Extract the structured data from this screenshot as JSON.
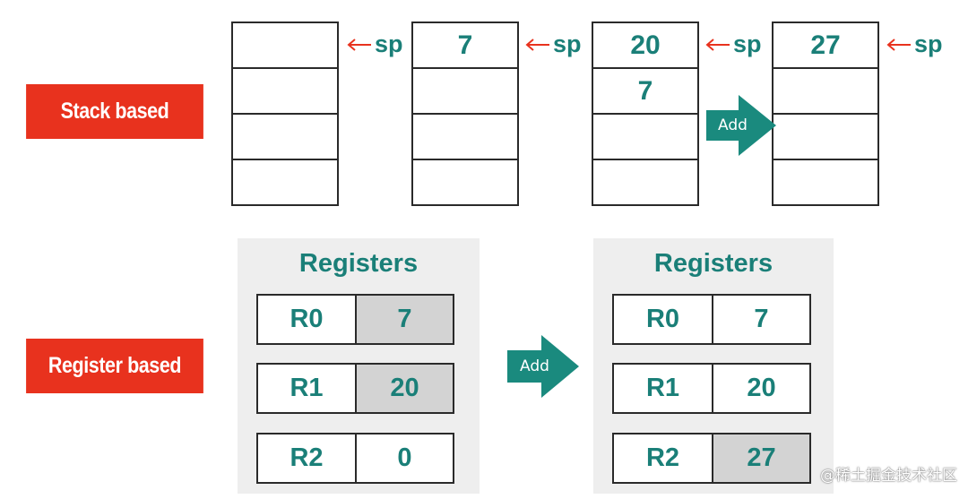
{
  "labels": {
    "stack": "Stack based",
    "register": "Register based"
  },
  "stack_diagram": {
    "stacks": [
      {
        "cells": [
          "",
          "",
          "",
          ""
        ],
        "sp": "sp"
      },
      {
        "cells": [
          "7",
          "",
          "",
          ""
        ],
        "sp": "sp"
      },
      {
        "cells": [
          "20",
          "7",
          "",
          ""
        ],
        "sp": "sp"
      },
      {
        "cells": [
          "27",
          "",
          "",
          ""
        ],
        "sp": "sp"
      }
    ],
    "operation": "Add"
  },
  "register_diagram": {
    "operation": "Add",
    "before": {
      "title": "Registers",
      "rows": [
        {
          "name": "R0",
          "value": "7",
          "highlight": true
        },
        {
          "name": "R1",
          "value": "20",
          "highlight": true
        },
        {
          "name": "R2",
          "value": "0",
          "highlight": false
        }
      ]
    },
    "after": {
      "title": "Registers",
      "rows": [
        {
          "name": "R0",
          "value": "7",
          "highlight": false
        },
        {
          "name": "R1",
          "value": "20",
          "highlight": false
        },
        {
          "name": "R2",
          "value": "27",
          "highlight": true
        }
      ]
    }
  },
  "watermark": "@稀土掘金技术社区",
  "colors": {
    "label_bg": "#e8321e",
    "teal": "#1a7f78",
    "arrow_teal": "#1a8a7e",
    "sp_arrow": "#e8321e",
    "panel_bg": "#eeeeee",
    "highlight": "#d3d3d3"
  }
}
